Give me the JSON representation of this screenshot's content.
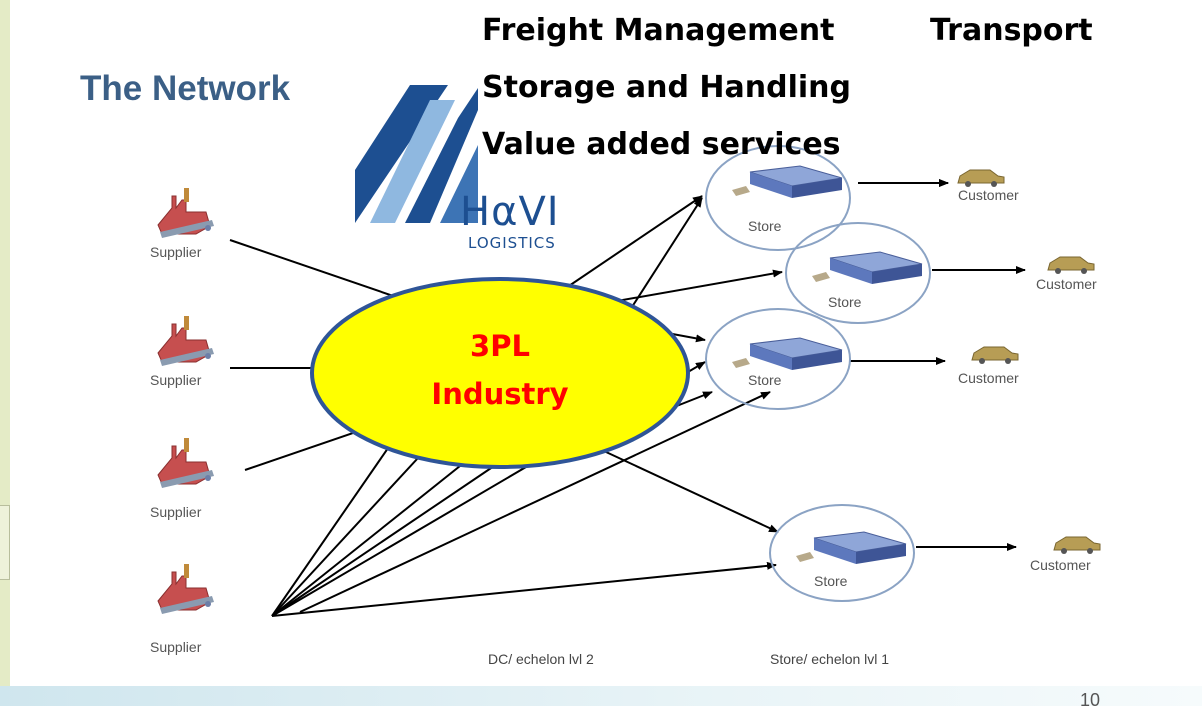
{
  "slide": {
    "title": "The Network",
    "page_number": "10",
    "services": [
      "Freight Management",
      "Transport",
      "Storage and Handling",
      "Value added services"
    ],
    "logo": {
      "name": "HαVI",
      "tagline": "LOGISTICS"
    },
    "hub": {
      "line1": "3PL",
      "line2": "Industry"
    },
    "echelons": [
      "DC/ echelon lvl 2",
      "Store/ echelon lvl 1"
    ]
  },
  "suppliers": [
    {
      "label": "Supplier"
    },
    {
      "label": "Supplier"
    },
    {
      "label": "Supplier"
    },
    {
      "label": "Supplier"
    }
  ],
  "stores": [
    {
      "label": "Store"
    },
    {
      "label": "Store"
    },
    {
      "label": "Store"
    },
    {
      "label": "Store"
    }
  ],
  "customers": [
    {
      "label": "Customer"
    },
    {
      "label": "Customer"
    },
    {
      "label": "Customer"
    },
    {
      "label": "Customer"
    }
  ],
  "colors": {
    "title": "#3b5f86",
    "hub_fill": "#ffff00",
    "hub_stroke": "#2f5597",
    "hub_text": "#ff0000",
    "logo_blue": "#1d4f91",
    "left_rail": "#e4ebc6"
  }
}
